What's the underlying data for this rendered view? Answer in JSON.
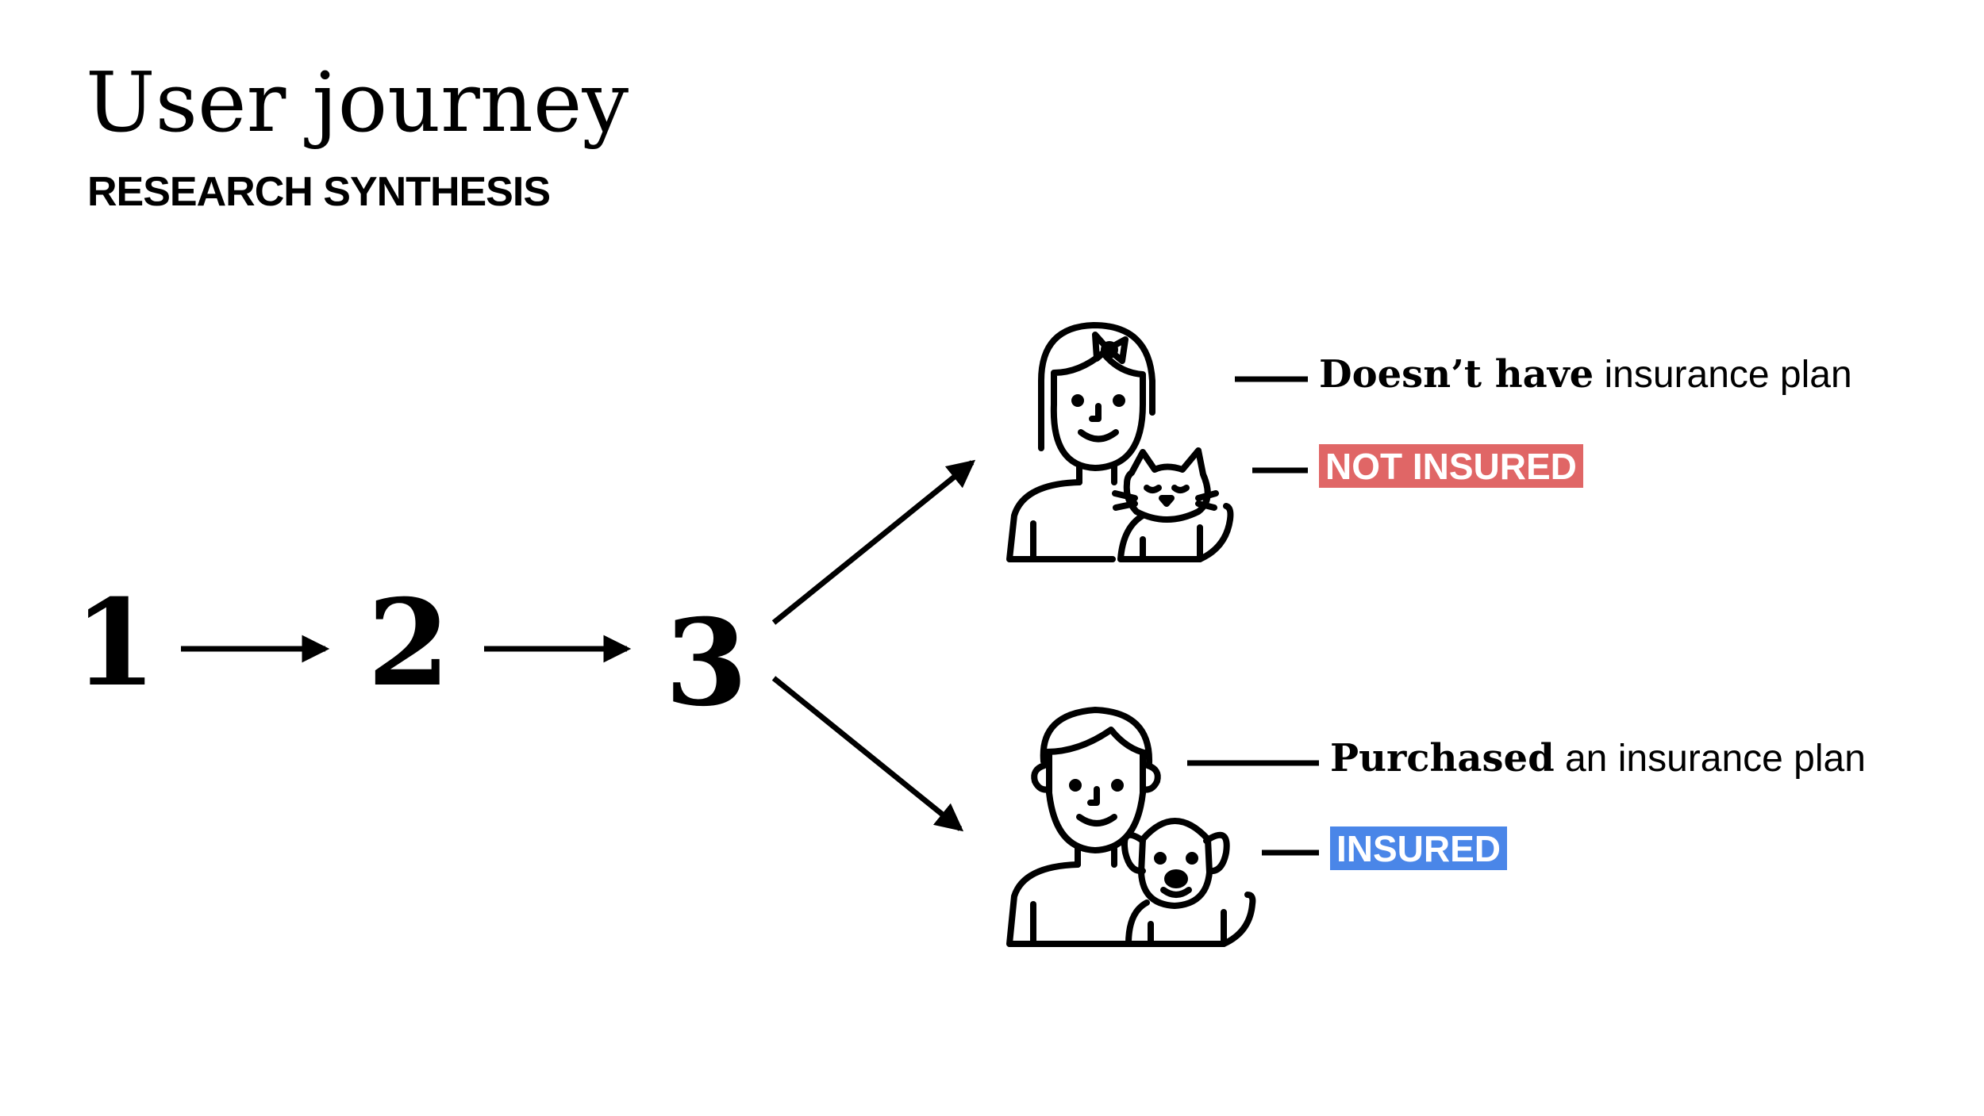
{
  "header": {
    "title": "User journey",
    "subtitle": "RESEARCH SYNTHESIS"
  },
  "steps": [
    "1",
    "2",
    "3"
  ],
  "outcomes": {
    "not_insured": {
      "strong": "Doesn’t have",
      "rest": " insurance plan",
      "badge": "NOT INSURED",
      "badge_color": "#e06666",
      "icon": "woman-with-cat-icon"
    },
    "insured": {
      "strong": "Purchased",
      "rest": " an insurance plan",
      "badge": "INSURED",
      "badge_color": "#4a86e8",
      "icon": "man-with-dog-icon"
    }
  }
}
